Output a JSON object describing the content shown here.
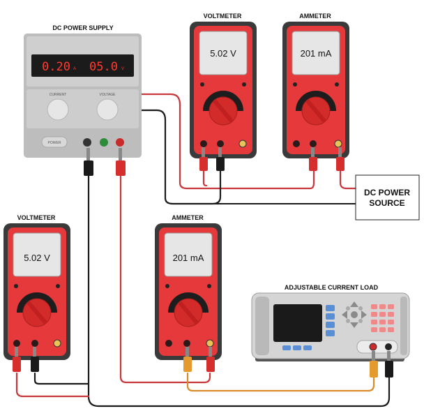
{
  "supply": {
    "title": "DC POWER SUPPLY",
    "current_reading": "0.20",
    "current_unit": "A",
    "voltage_reading": "05.0",
    "voltage_unit": "V",
    "current_knob_label": "CURRENT",
    "voltage_knob_label": "VOLTAGE",
    "power_label": "POWER"
  },
  "meters": {
    "top_voltmeter": {
      "title": "VOLTMETER",
      "reading": "5.02 V"
    },
    "top_ammeter": {
      "title": "AMMETER",
      "reading": "201 mA"
    },
    "bottom_voltmeter": {
      "title": "VOLTMETER",
      "reading": "5.02 V"
    },
    "bottom_ammeter": {
      "title": "AMMETER",
      "reading": "201 mA"
    }
  },
  "source_box": {
    "line1": "DC POWER",
    "line2": "SOURCE"
  },
  "load": {
    "title": "ADJUSTABLE CURRENT LOAD"
  },
  "colors": {
    "meter_body": "#e5393b",
    "meter_frame": "#3a3a3a",
    "wire_red": "#c8373b",
    "wire_black": "#1a1a1a",
    "wire_orange": "#d98a2b",
    "clip_red": "#d62d2d",
    "clip_orange": "#e59a2e",
    "lcd": "#e6e6e6"
  }
}
